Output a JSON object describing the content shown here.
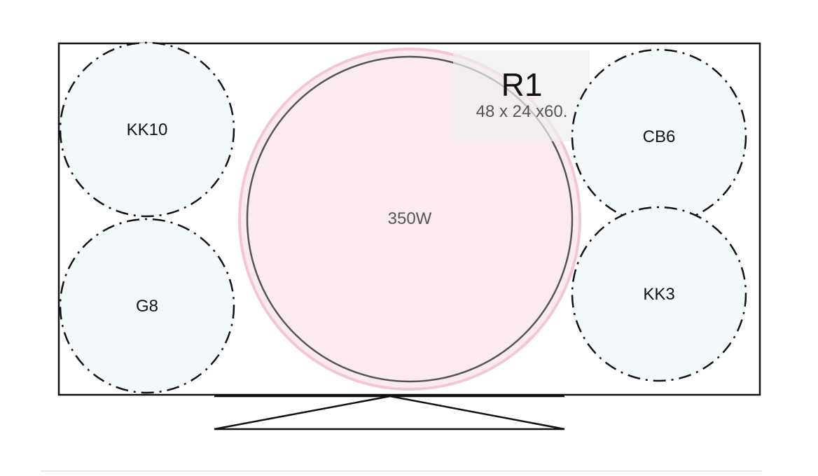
{
  "diagram": {
    "pots": [
      {
        "id": "kk10",
        "label": "KK10",
        "style": "dashdot"
      },
      {
        "id": "g8",
        "label": "G8",
        "style": "dashdot"
      },
      {
        "id": "cb6",
        "label": "CB6",
        "style": "dashdot"
      },
      {
        "id": "kk3",
        "label": "KK3",
        "style": "dashdot"
      },
      {
        "id": "center",
        "label": "350W",
        "style": "solid"
      }
    ],
    "r1": {
      "title": "R1",
      "dims": "48 x 24 x60."
    },
    "colors": {
      "pot_fill": "#f3f8fb",
      "center_fill": "#fbeaef",
      "center_ring": "#f3c6d3",
      "stroke": "#111111",
      "r1_box": "#eeeeee",
      "footer_rule": "#dddddd"
    }
  }
}
